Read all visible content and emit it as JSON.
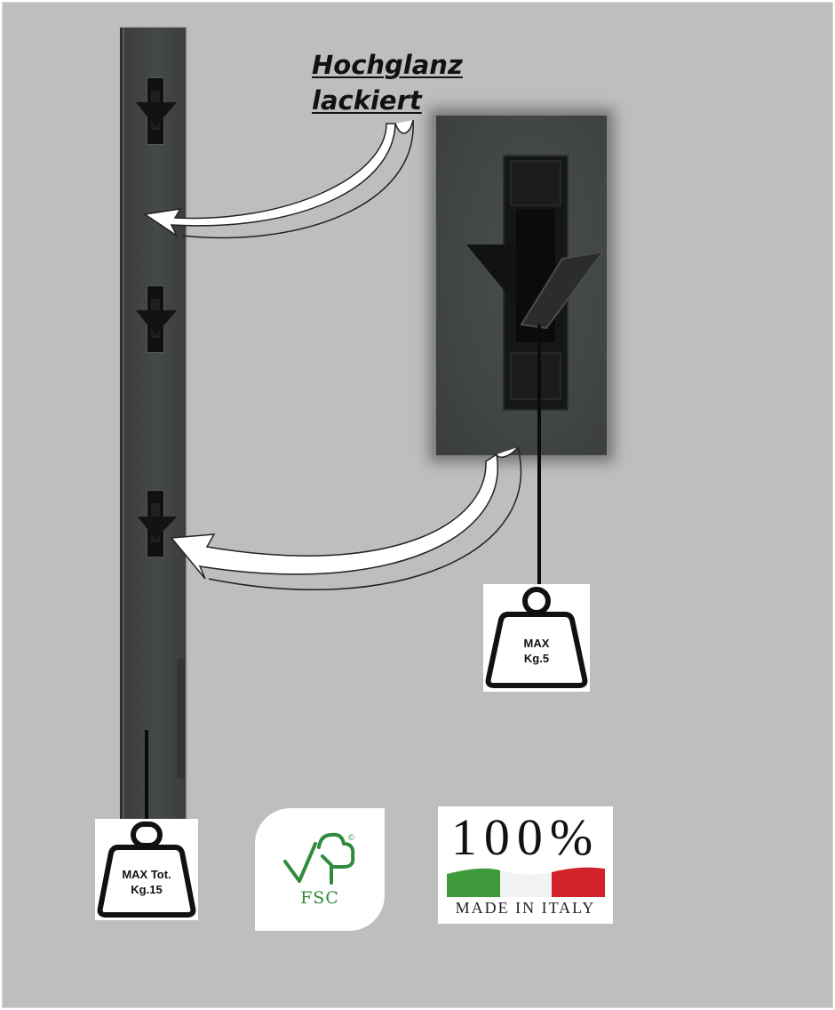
{
  "headline": {
    "line1": "Hochglanz",
    "line2": "lackiert"
  },
  "weight_single": {
    "line1": "MAX",
    "line2": "Kg.5"
  },
  "weight_total": {
    "line1": "MAX Tot.",
    "line2": "Kg.15"
  },
  "fsc_badge": {
    "label": "FSC",
    "mark": "©",
    "icon": "fsc-tree-checkmark",
    "color": "#2f8a3c"
  },
  "italy_badge": {
    "percent": "100%",
    "made_in": "MADE IN ITALY",
    "flag_colors": [
      "#3f9a3c",
      "#ffffff",
      "#d2222a"
    ]
  },
  "colors": {
    "background": "#bebebe",
    "post": "#404344",
    "hook": "#111213"
  }
}
